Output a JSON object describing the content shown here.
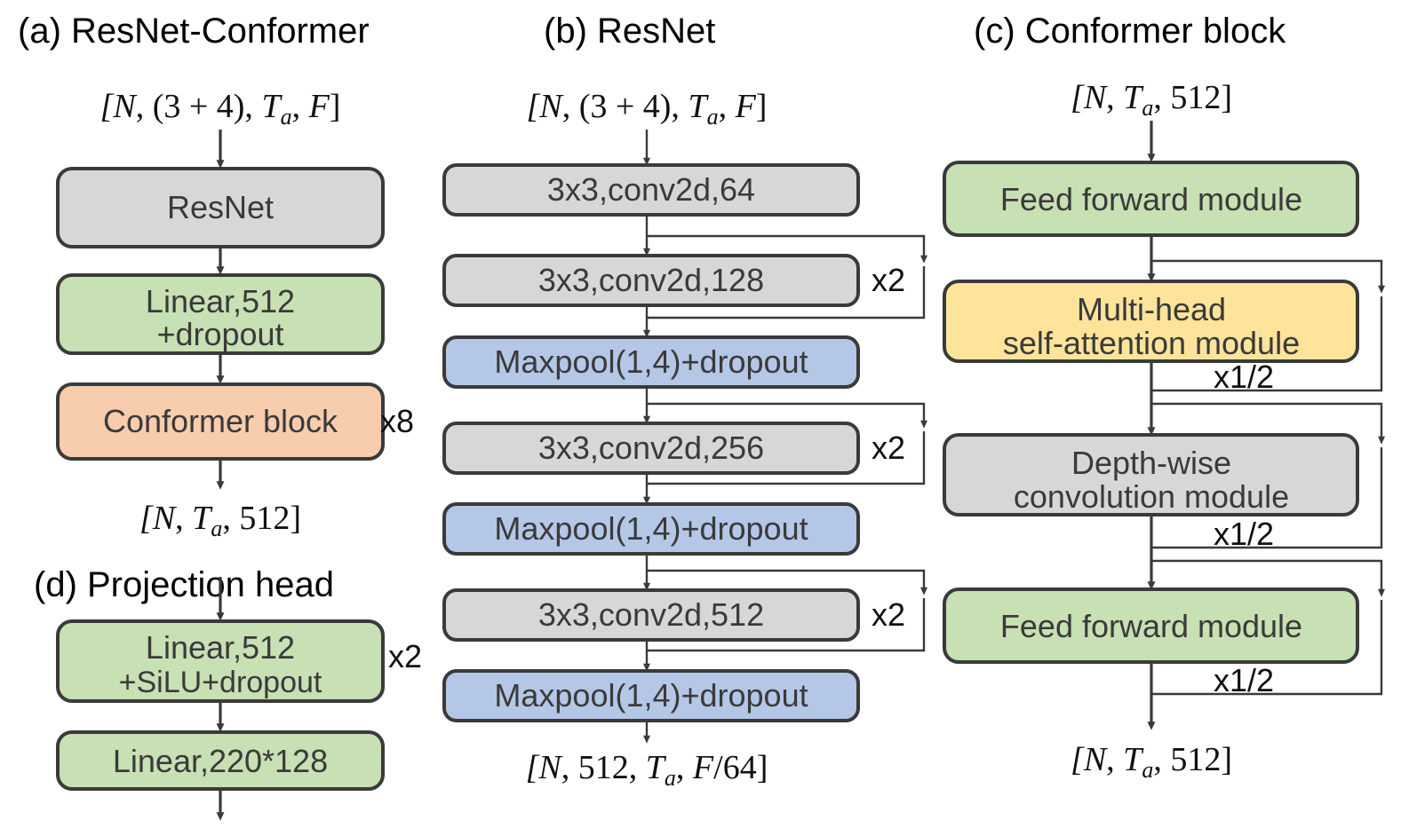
{
  "figure": {
    "panels": [
      {
        "id": "a",
        "title": "(a) ResNet-Conformer",
        "input_tensor": "[N, (3 + 4), T_a, F]",
        "output_tensor": "[N, T_a, 512]",
        "nodes": [
          {
            "label": "ResNet",
            "color": "gray",
            "repeat": ""
          },
          {
            "label": "Linear,512\n+dropout",
            "color": "green",
            "repeat": ""
          },
          {
            "label": "Conformer block",
            "color": "orange",
            "repeat": "x8"
          }
        ]
      },
      {
        "id": "d",
        "title": "(d) Projection head",
        "input_tensor": "",
        "output_tensor": "",
        "nodes": [
          {
            "label": "Linear,512\n+SiLU+dropout",
            "color": "green",
            "repeat": "x2"
          },
          {
            "label": "Linear,220*128",
            "color": "green",
            "repeat": ""
          }
        ]
      },
      {
        "id": "b",
        "title": "(b) ResNet",
        "input_tensor": "[N, (3 + 4), T_a, F]",
        "output_tensor": "[N, 512, T_a, F/64]",
        "nodes": [
          {
            "label": "3x3,conv2d,64",
            "color": "gray",
            "repeat": "",
            "skip": false
          },
          {
            "label": "3x3,conv2d,128",
            "color": "gray",
            "repeat": "x2",
            "skip": true
          },
          {
            "label": "Maxpool(1,4)+dropout",
            "color": "blue",
            "repeat": "",
            "skip": false
          },
          {
            "label": "3x3,conv2d,256",
            "color": "gray",
            "repeat": "x2",
            "skip": true
          },
          {
            "label": "Maxpool(1,4)+dropout",
            "color": "blue",
            "repeat": "",
            "skip": false
          },
          {
            "label": "3x3,conv2d,512",
            "color": "gray",
            "repeat": "x2",
            "skip": true
          },
          {
            "label": "Maxpool(1,4)+dropout",
            "color": "blue",
            "repeat": "",
            "skip": false
          }
        ]
      },
      {
        "id": "c",
        "title": "(c) Conformer block",
        "input_tensor": "[N, T_a, 512]",
        "output_tensor": "[N, T_a, 512]",
        "nodes": [
          {
            "label": "Feed forward module",
            "color": "green",
            "residual": "x1/2"
          },
          {
            "label": "Multi-head\nself-attention module",
            "color": "yellow",
            "residual": "x1/2"
          },
          {
            "label": "Depth-wise\nconvolution module",
            "color": "gray",
            "residual": "x1/2"
          },
          {
            "label": "Feed forward module",
            "color": "green",
            "residual": "x1/2"
          }
        ]
      }
    ],
    "colors": {
      "gray": "#d7d7d7",
      "green": "#c7e0b4",
      "orange": "#f8cdae",
      "blue": "#b4c7e7",
      "yellow": "#fde49a",
      "stroke": "#3a3a3a",
      "text": "#3a3a3a",
      "background": "#ffffff"
    },
    "repeat_labels": {
      "conformer_x8": "x8",
      "projection_x2": "x2",
      "conv_x2": "x2",
      "half_residual": "x1/2"
    },
    "tensor_labels": {
      "a_in": "[N, (3 + 4), T_a, F]",
      "a_out": "[N, T_a, 512]",
      "b_in": "[N, (3 + 4), T_a, F]",
      "b_out": "[N, 512, T_a, F/64]",
      "c_in": "[N, T_a, 512]",
      "c_out": "[N, T_a, 512]"
    }
  }
}
